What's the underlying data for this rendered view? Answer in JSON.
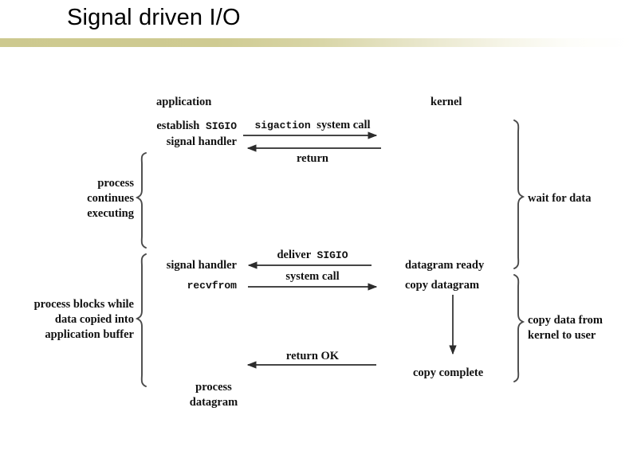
{
  "slide": {
    "title": "Signal driven I/O",
    "divider_color": "#cdc98f",
    "background_color": "#ffffff"
  },
  "diagram": {
    "type": "sequence-diagram",
    "columns": {
      "application_header": "application",
      "kernel_header": "kernel"
    },
    "application_steps": [
      {
        "id": "establish-1",
        "text": "establish",
        "mono": "SIGIO"
      },
      {
        "id": "establish-2",
        "text": "signal handler"
      },
      {
        "id": "signal-handler",
        "text": "signal handler"
      },
      {
        "id": "recvfrom",
        "mono": "recvfrom"
      },
      {
        "id": "process-datagram-1",
        "text": "process"
      },
      {
        "id": "process-datagram-2",
        "text": "datagram"
      }
    ],
    "kernel_steps": [
      {
        "id": "datagram-ready",
        "text": "datagram ready"
      },
      {
        "id": "copy-datagram",
        "text": "copy datagram"
      },
      {
        "id": "copy-complete",
        "text": "copy complete"
      }
    ],
    "arrows": [
      {
        "id": "sigaction-call",
        "label": "sigaction system call",
        "label_mono": "sigaction",
        "label_rest": "system call",
        "direction": "right"
      },
      {
        "id": "sigaction-return",
        "label": "return",
        "direction": "left"
      },
      {
        "id": "deliver-sigio",
        "label": "deliver SIGIO",
        "label_text": "deliver",
        "label_mono": "SIGIO",
        "direction": "left"
      },
      {
        "id": "system-call",
        "label": "system call",
        "direction": "right"
      },
      {
        "id": "return-ok",
        "label": "return OK",
        "direction": "left"
      },
      {
        "id": "copy-down",
        "label": "",
        "direction": "down"
      }
    ],
    "left_annotations": [
      {
        "id": "process-continues",
        "lines": [
          "process",
          "continues",
          "executing"
        ]
      },
      {
        "id": "process-blocks",
        "lines": [
          "process blocks while",
          "data copied into",
          "application buffer"
        ]
      }
    ],
    "right_annotations": [
      {
        "id": "wait-for-data",
        "lines": [
          "wait for data"
        ]
      },
      {
        "id": "copy-data",
        "lines": [
          "copy data from",
          "kernel to user"
        ]
      }
    ]
  }
}
